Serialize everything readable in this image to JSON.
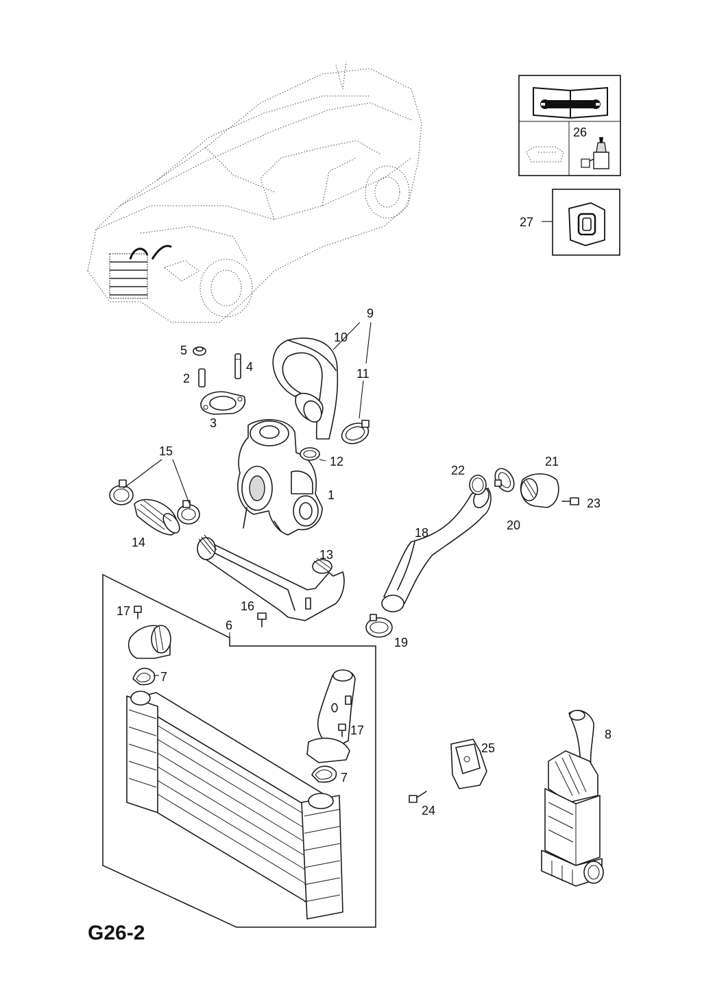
{
  "diagram_code": "G26-2",
  "callouts": {
    "c1": "1",
    "c2": "2",
    "c3": "3",
    "c4": "4",
    "c5": "5",
    "c6": "6",
    "c7a": "7",
    "c7b": "7",
    "c8": "8",
    "c9": "9",
    "c10": "10",
    "c11": "11",
    "c12": "12",
    "c13": "13",
    "c14": "14",
    "c15": "15",
    "c16": "16",
    "c17a": "17",
    "c17b": "17",
    "c18": "18",
    "c19": "19",
    "c20": "20",
    "c21": "21",
    "c22": "22",
    "c23": "23",
    "c24": "24",
    "c25": "25",
    "c26": "26",
    "c27": "27"
  },
  "icons": {
    "manual": "manual-wrench-icon",
    "sealant": "sealant-tube-icon",
    "clip": "clip-icon"
  }
}
